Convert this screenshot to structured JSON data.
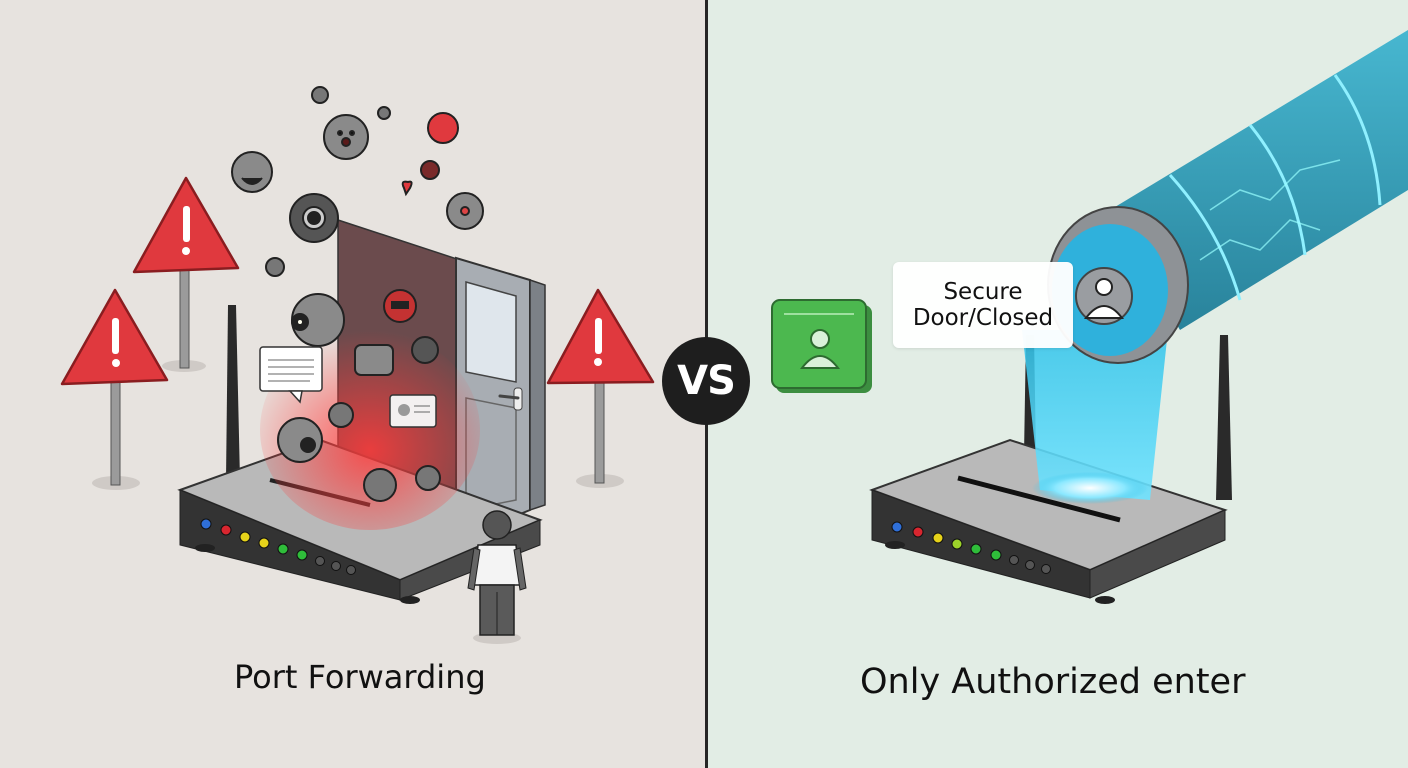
{
  "left_panel": {
    "caption": "Port Forwarding",
    "background": "#e7e3df",
    "elements": [
      "warning-sign",
      "warning-sign",
      "warning-sign",
      "router",
      "open-door",
      "malware-swarm",
      "person"
    ]
  },
  "divider": {
    "badge_label": "VS"
  },
  "right_panel": {
    "caption": "Only Authorized enter",
    "background": "#e2ede5",
    "bubble": {
      "line1": "Secure",
      "line2": "Door/Closed"
    },
    "elements": [
      "user-badge",
      "secure-tunnel",
      "router"
    ]
  },
  "router_leds": [
    "#2f6fd8",
    "#d8262f",
    "#e6d21a",
    "#e6d21a",
    "#2fbd3a",
    "#2fbd3a",
    "#555555",
    "#555555",
    "#555555"
  ],
  "colors": {
    "warning_red": "#e0393e",
    "tunnel_blue": "#2aa7c9",
    "badge_green": "#4cb84f"
  }
}
